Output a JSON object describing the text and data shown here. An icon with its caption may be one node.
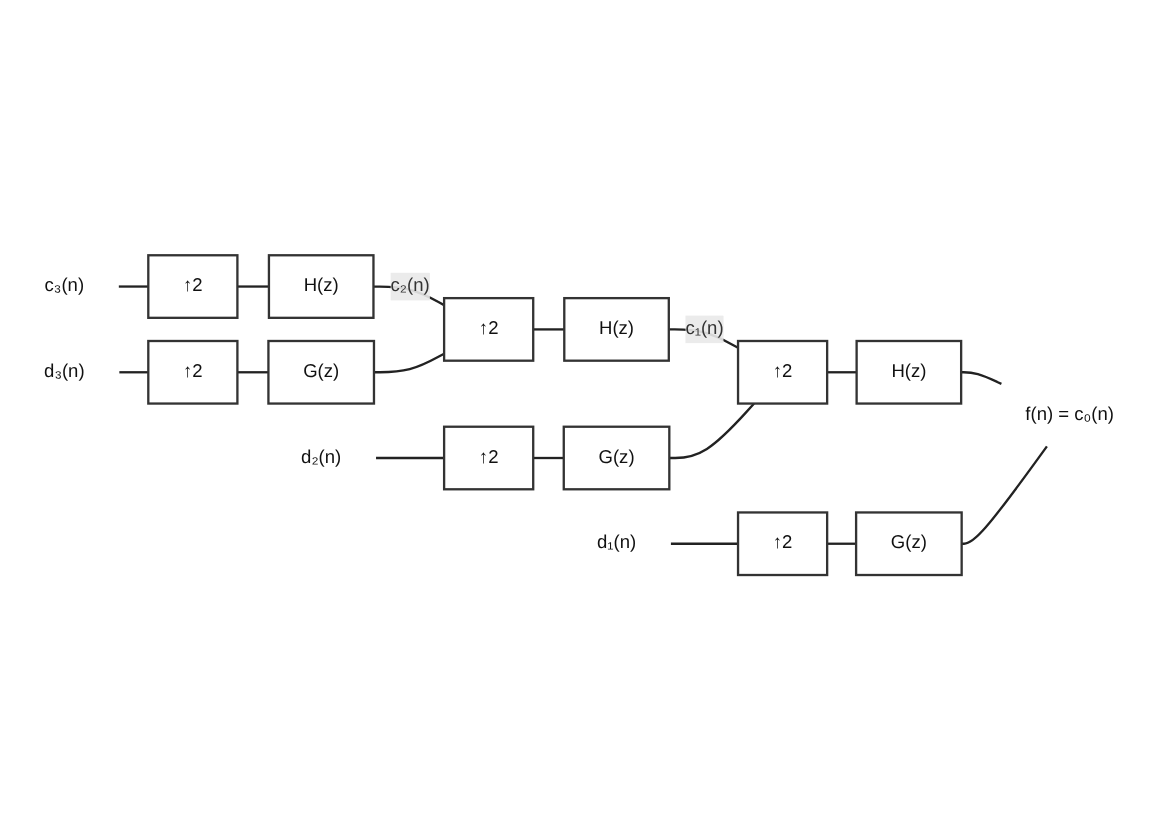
{
  "diagram": {
    "nodes": [
      {
        "text": [
          "c₃(n)"
        ]
      },
      {
        "text": [
          "↑2"
        ]
      },
      {
        "text": [
          "H(z)"
        ]
      },
      {
        "text": [
          "d₃(n)"
        ]
      },
      {
        "text": [
          "↑2"
        ]
      },
      {
        "text": [
          "G(z)"
        ]
      },
      {
        "text": [
          "↑2"
        ]
      },
      {
        "text": [
          "H(z)"
        ]
      },
      {
        "text": [
          "d₂(n)"
        ]
      },
      {
        "text": [
          "↑2"
        ]
      },
      {
        "text": [
          "G(z)"
        ]
      },
      {
        "text": [
          "↑2"
        ]
      },
      {
        "text": [
          "H(z)"
        ]
      },
      {
        "text": [
          "d₁(n)"
        ]
      },
      {
        "text": [
          "↑2"
        ]
      },
      {
        "text": [
          "G(z)"
        ]
      },
      {
        "text": [
          "f(n) = c₀(n)"
        ]
      }
    ],
    "edges": [
      {
        "from": 0,
        "to": 1,
        "arrow": "none"
      },
      {
        "from": 1,
        "to": 2,
        "arrow": "none"
      },
      {
        "from": 3,
        "to": 4,
        "arrow": "none"
      },
      {
        "from": 4,
        "to": 5,
        "arrow": "none"
      },
      {
        "from": 2,
        "to": 6,
        "arrow": "none",
        "label": "c₂(n)"
      },
      {
        "from": 5,
        "to": 6,
        "arrow": "none"
      },
      {
        "from": 6,
        "to": 7,
        "arrow": "none"
      },
      {
        "from": 8,
        "to": 9,
        "arrow": "none"
      },
      {
        "from": 9,
        "to": 10,
        "arrow": "none"
      },
      {
        "from": 7,
        "to": 11,
        "arrow": "none",
        "label": "c₁(n)"
      },
      {
        "from": 10,
        "to": 11,
        "arrow": "none"
      },
      {
        "from": 11,
        "to": 12,
        "arrow": "none"
      },
      {
        "from": 13,
        "to": 14,
        "arrow": "none"
      },
      {
        "from": 14,
        "to": 15,
        "arrow": "none"
      },
      {
        "from": 12,
        "to": 16,
        "arrow": "none"
      },
      {
        "from": 15,
        "to": 16,
        "arrow": "none"
      }
    ]
  }
}
